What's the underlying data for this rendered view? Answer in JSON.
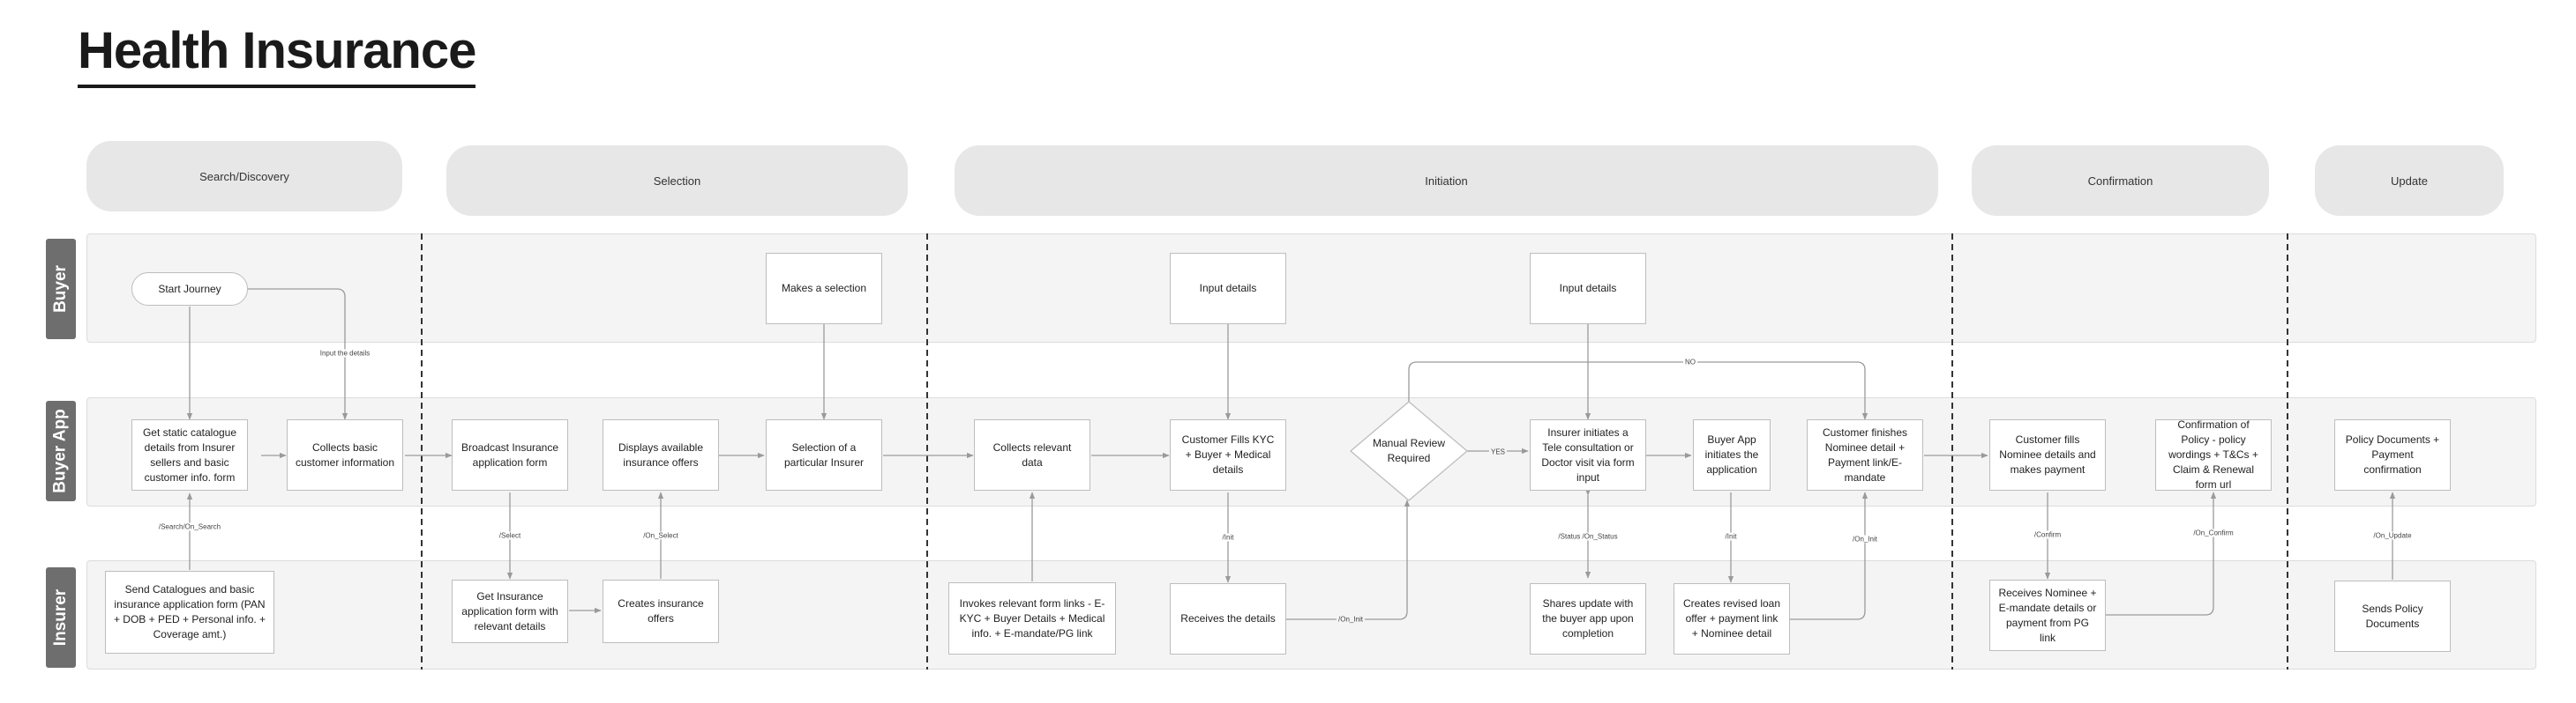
{
  "title": "Health Insurance",
  "phases": [
    "Search/Discovery",
    "Selection",
    "Initiation",
    "Confirmation",
    "Update"
  ],
  "lanes": [
    "Buyer",
    "Buyer App",
    "Insurer"
  ],
  "nodes": {
    "start_journey": "Start Journey",
    "makes_selection": "Makes a selection",
    "input_details_1": "Input details",
    "input_details_2": "Input details",
    "get_static_catalogue": "Get static catalogue details from Insurer sellers and basic customer info. form",
    "collects_basic_info": "Collects basic customer information",
    "broadcast_form": "Broadcast Insurance application form",
    "displays_offers": "Displays available insurance offers",
    "selection_insurer": "Selection of a particular Insurer",
    "collects_relevant": "Collects relevant data",
    "customer_fills_kyc": "Customer Fills KYC + Buyer + Medical details",
    "manual_review": "Manual Review Required",
    "tele_consult": "Insurer initiates a Tele consultation or Doctor visit via form input",
    "app_initiates": "Buyer App initiates the application",
    "customer_finishes": "Customer finishes Nominee detail + Payment link/E-mandate",
    "customer_fills_nominee": "Customer fills Nominee details and makes payment",
    "confirmation_policy": "Confirmation of Policy - policy wordings + T&Cs + Claim & Renewal form url",
    "policy_documents": "Policy Documents + Payment confirmation",
    "send_catalogues": "Send Catalogues and basic insurance application form (PAN + DOB + PED + Personal info. + Coverage amt.)",
    "get_insurance_form": "Get Insurance application form with relevant details",
    "creates_offers": "Creates insurance offers",
    "invokes_form_links": "Invokes relevant form links - E-KYC + Buyer Details + Medical info. + E-mandate/PG link",
    "receives_details": "Receives the details",
    "shares_update": "Shares update with the buyer app upon completion",
    "creates_revised": "Creates revised loan offer + payment link + Nominee detail",
    "receives_nominee": "Receives Nominee + E-mandate details or payment from PG link",
    "sends_policy": "Sends Policy Documents"
  },
  "edge_labels": {
    "input_the_details": "Input the details",
    "search_on_search": "/Search/On_Search",
    "select": "/Select",
    "on_select": "/On_Select",
    "init_1": "/Init",
    "on_init_1": "/On_Init",
    "yes": "YES",
    "no": "NO",
    "status": "/Status /On_Status",
    "init_2": "/Init",
    "on_init_2": "/On_Init",
    "confirm": "/Confirm",
    "on_confirm": "/On_Confirm",
    "on_update": "/On_Update"
  },
  "colors": {
    "lane_bg": "#f4f4f4",
    "phase_bg": "#e7e7e7",
    "lane_label_bg": "#6e6e6e",
    "arrow": "#9a9a9a"
  }
}
